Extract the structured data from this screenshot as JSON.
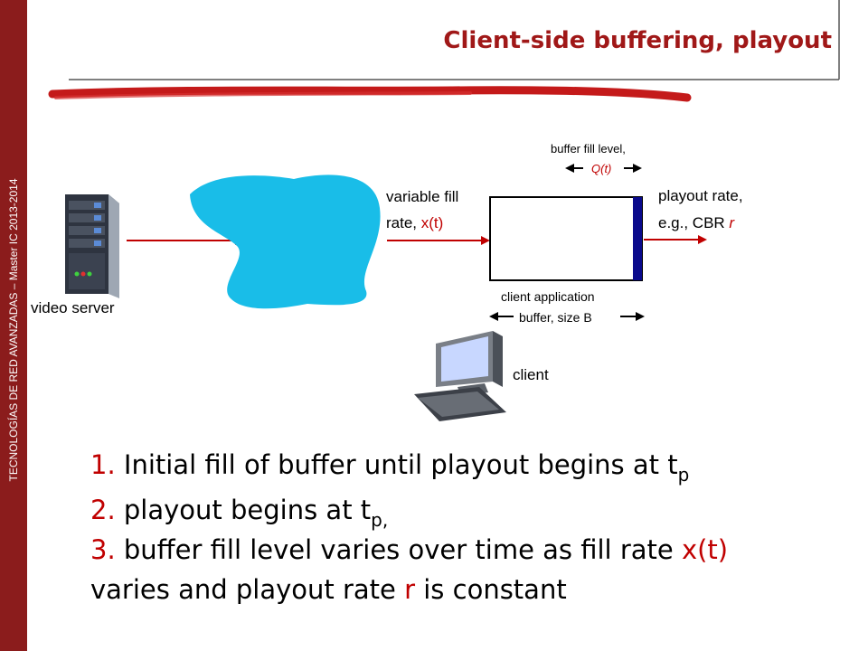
{
  "sidebar_text": "TECNOLOGÍAS DE RED AVANZADAS – Master  IC 2013-2014",
  "title": "Client-side buffering, playout",
  "labels": {
    "video_server": "video server",
    "variable_fill_1": "variable fill",
    "variable_fill_2a": "rate, ",
    "variable_fill_2b": "x(t)",
    "buffer_fill_1": "buffer fill level,",
    "buffer_fill_2": "Q(t)",
    "playout_1": "playout rate,",
    "playout_2a": "e.g., CBR ",
    "playout_2b": "r",
    "client_app_1": "client  application",
    "client_app_2": "buffer, size B",
    "client": "client"
  },
  "bullets": {
    "b1_num": "1.",
    "b1_text": " Initial fill of buffer until playout begins at t",
    "b1_sub": "p",
    "b2_num": "2.",
    "b2_text": " playout begins at t",
    "b2_sub": "p,",
    "b3_num": "3.",
    "b3_text": " buffer fill level varies over time as fill rate ",
    "b3_red1": "x(t)",
    "b3_line2a": "varies and playout rate ",
    "b3_red2": "r",
    "b3_line2b": " is constant"
  },
  "colors": {
    "accent_red": "#c00000",
    "title_red": "#a01818",
    "cloud": "#19bde8",
    "buffer_fill": "#0a0a8c",
    "sidebar": "#8b1c1c"
  },
  "icons": [
    "server-icon",
    "cloud-icon",
    "computer-icon"
  ]
}
